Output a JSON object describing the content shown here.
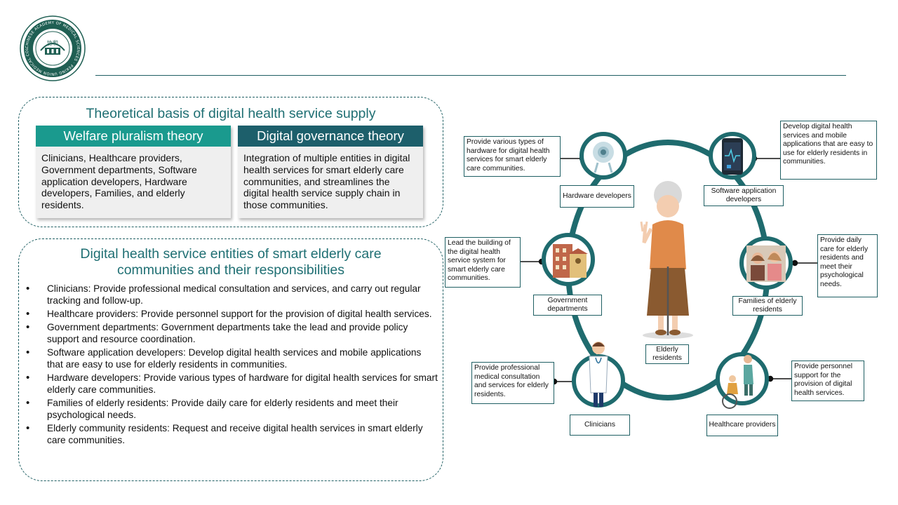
{
  "logo": {
    "ring_text": "CHINESE ACADEMY OF MEDICAL SCIENCES · PEKING UNION MEDICAL COLLEGE",
    "center_text": "协和"
  },
  "top_panel": {
    "title": "Theoretical basis of digital health service supply",
    "welfare": {
      "heading": "Welfare pluralism theory",
      "body": "Clinicians, Healthcare providers, Government departments, Software application developers, Hardware developers, Families, and elderly residents."
    },
    "governance": {
      "heading": "Digital governance theory",
      "body": "Integration of multiple entities in digital health services for smart elderly care communities, and streamlines the digital health service supply chain in those communities."
    }
  },
  "bottom_panel": {
    "title": "Digital health service entities of smart elderly care communities and their responsibilities",
    "items": [
      "Clinicians: Provide professional medical consultation and services, and carry out regular tracking and follow-up.",
      "Healthcare providers: Provide personnel support for the provision of digital health services.",
      "Government departments: Government departments take the lead and provide policy support and resource coordination.",
      "Software application developers: Develop digital health services and mobile applications that are easy to use for elderly residents in communities.",
      "Hardware developers: Provide various types of hardware for digital health services for smart elderly care communities.",
      "Families of elderly residents: Provide daily care for elderly residents and meet their psychological needs.",
      "Elderly community residents: Request and receive digital health services in smart elderly care communities."
    ]
  },
  "diagram": {
    "nodes": {
      "hardware": {
        "label": "Hardware developers",
        "desc": "Provide various types of hardware for digital health services for smart elderly care communities.",
        "icon": "webcam-icon"
      },
      "software": {
        "label": "Software application developers",
        "desc": "Develop digital health services and mobile applications that are easy to use for elderly residents in communities.",
        "icon": "smartphone-icon"
      },
      "government": {
        "label": "Government departments",
        "desc": "Lead the building of the digital health service system for smart elderly care communities.",
        "icon": "building-icon"
      },
      "families": {
        "label": "Families of elderly residents",
        "desc": "Provide daily care for elderly residents and meet their psychological needs.",
        "icon": "family-icon"
      },
      "clinicians": {
        "label": "Clinicians",
        "desc": "Provide professional medical consultation and services for elderly residents.",
        "icon": "doctor-icon"
      },
      "healthcare": {
        "label": "Healthcare providers",
        "desc": "Provide personnel support for the provision of digital health services.",
        "icon": "caregiver-icon"
      }
    },
    "center": {
      "label": "Elderly residents",
      "icon": "elderly-woman-icon"
    },
    "colors": {
      "ring": "#1f6b6e",
      "accent_teal": "#1a9a8e",
      "dark_teal": "#1d5f6b"
    }
  }
}
